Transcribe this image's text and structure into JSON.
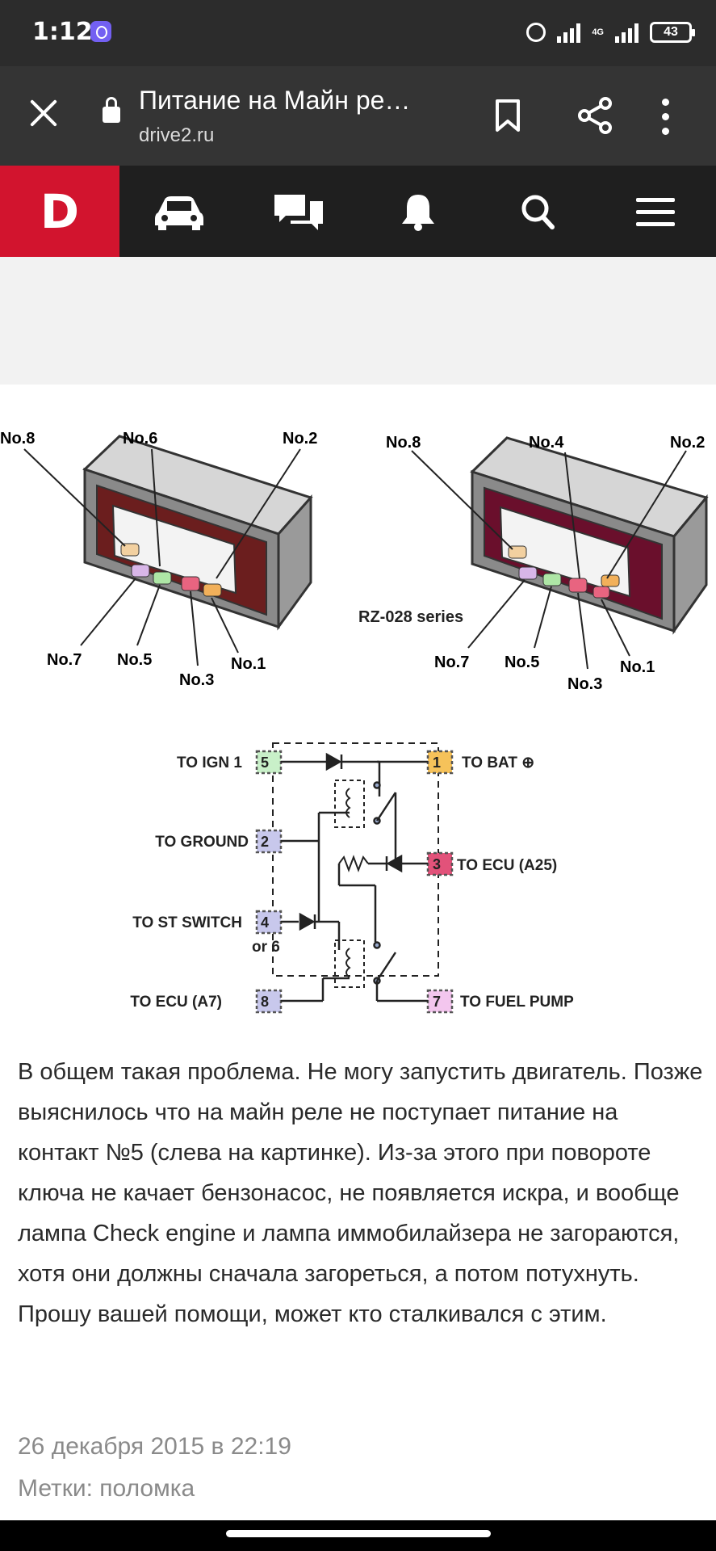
{
  "status_bar": {
    "time": "1:12",
    "network": "4G",
    "battery": "43"
  },
  "browser": {
    "title": "Питание на Майн ре…",
    "domain": "drive2.ru"
  },
  "site_nav": {
    "logo": "D"
  },
  "diagram": {
    "left_connector": {
      "top_labels": [
        "No.8",
        "No.6",
        "No.2"
      ],
      "bottom_labels": [
        "No.7",
        "No.5",
        "No.3",
        "No.1"
      ]
    },
    "right_connector": {
      "top_labels": [
        "No.8",
        "No.4",
        "No.2"
      ],
      "bottom_labels": [
        "No.7",
        "No.5",
        "No.3",
        "No.1"
      ],
      "series": "RZ-028 series"
    },
    "circuit": {
      "left": [
        {
          "label": "TO IGN 1",
          "pin": "5"
        },
        {
          "label": "TO GROUND",
          "pin": "2"
        },
        {
          "label": "TO ST SWITCH",
          "pin": "4",
          "note": "or 6"
        },
        {
          "label": "TO ECU (A7)",
          "pin": "8"
        }
      ],
      "right": [
        {
          "label": "TO BAT ⊕",
          "pin": "1"
        },
        {
          "label": "TO ECU (A25)",
          "pin": "3"
        },
        {
          "label": "TO FUEL PUMP",
          "pin": "7"
        }
      ]
    }
  },
  "article": {
    "text": "В общем такая проблема. Не могу запустить двигатель. Позже выяснилось что на майн реле не поступает питание на контакт №5 (слева на картинке). Из-за этого при повороте ключа не качает бензонасос, не появляется искра, и вообще лампа Check engine и лампа иммобилайзера не загораются, хотя они должны сначала загореться, а потом потухнуть. Прошу вашей помощи, может кто сталкивался с этим.",
    "date": "26 декабря 2015 в 22:19",
    "tags": "Метки: поломка"
  },
  "colors": {
    "brand_red": "#d2142e",
    "pin5": "#c9f0c9",
    "pin1": "#f6c25a",
    "pin3": "#e2527a",
    "pin_other": "#c8c8ec",
    "pin7": "#f3c6ee"
  }
}
